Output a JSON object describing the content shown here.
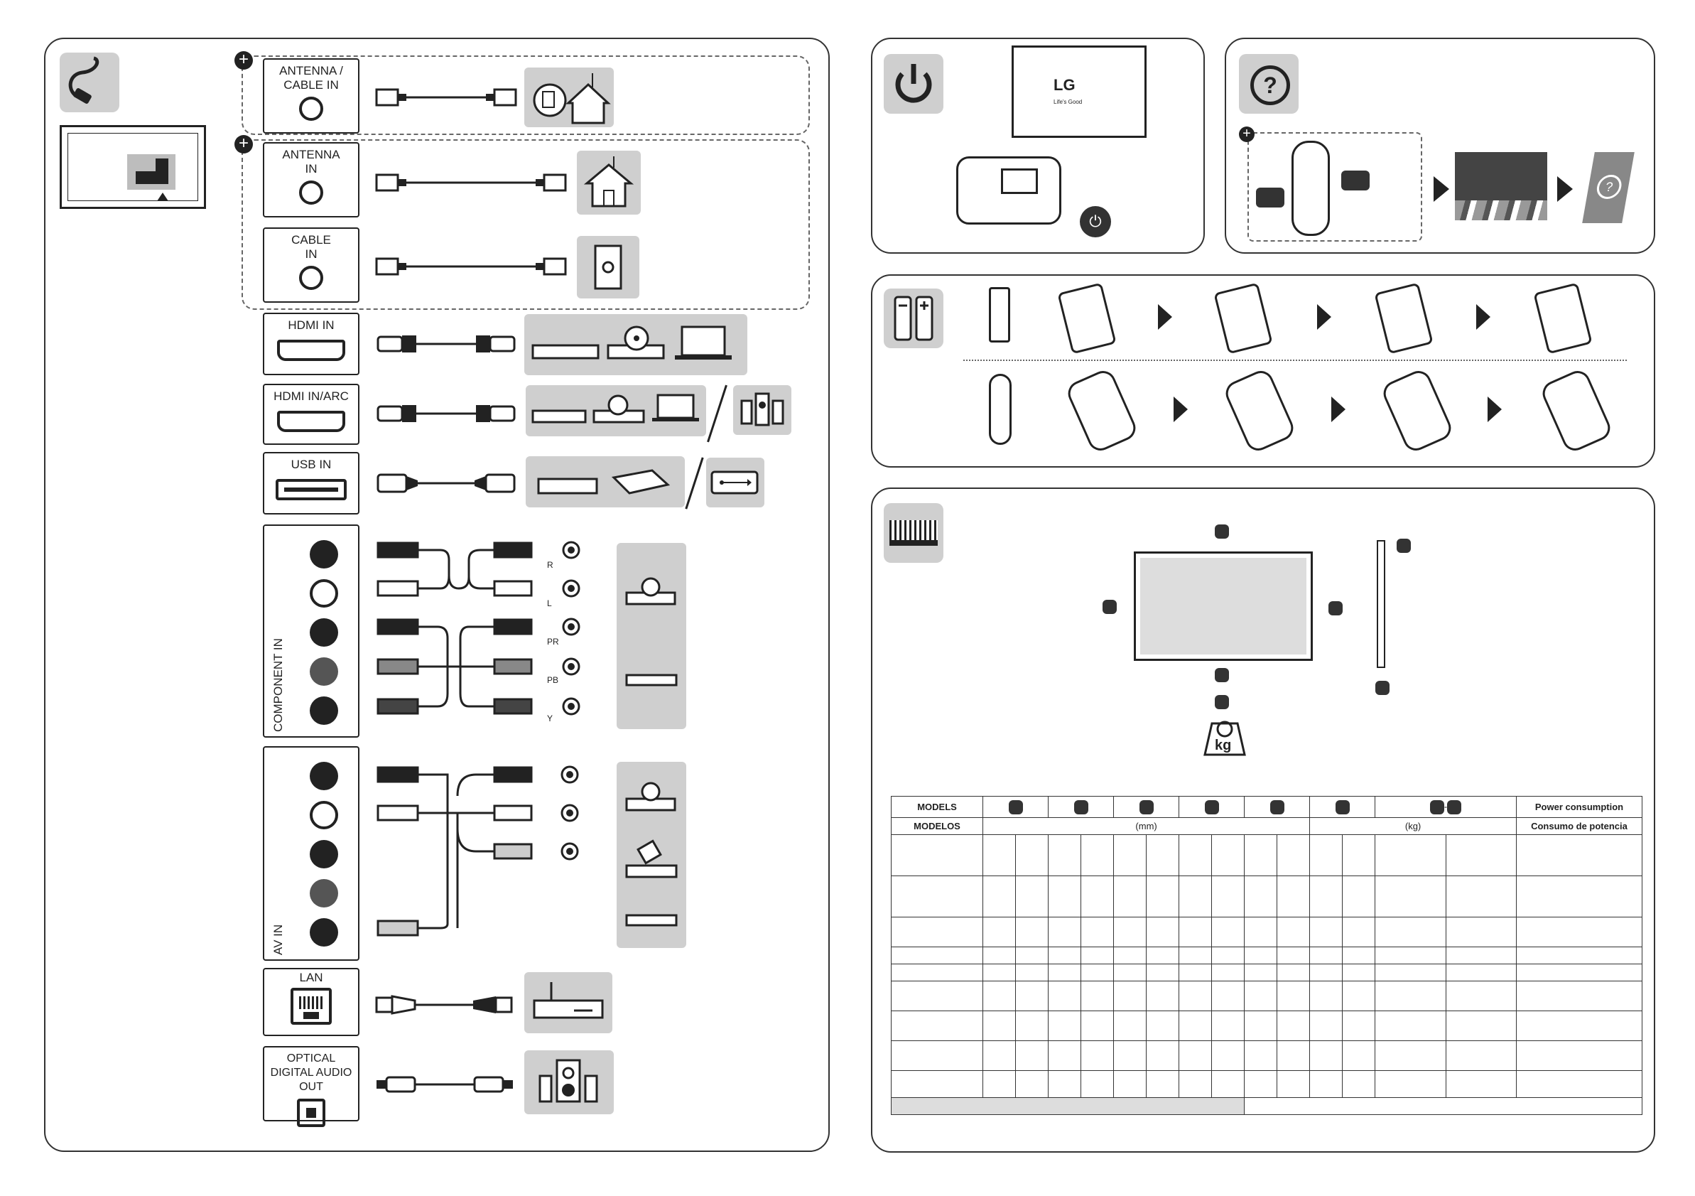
{
  "connections": {
    "antenna_cable_in": "ANTENNA / CABLE IN",
    "antenna_in": "ANTENNA IN",
    "cable_in": "CABLE IN",
    "hdmi_in": "HDMI IN",
    "hdmi_in_arc": "HDMI IN/ARC",
    "usb_in": "USB IN",
    "component_in": "COMPONENT IN",
    "av_in": "AV IN",
    "lan": "LAN",
    "optical": "OPTICAL DIGITAL AUDIO OUT",
    "component_labels": [
      "R",
      "L",
      "PR",
      "PB",
      "Y"
    ]
  },
  "power_panel": {
    "brand": "LG",
    "tagline": "Life's Good"
  },
  "help_panel": {
    "help_symbol": "?"
  },
  "dimensions": {
    "weight_unit_icon": "kg"
  },
  "spec_table": {
    "models_en": "MODELS",
    "models_es": "MODELOS",
    "unit_mm": "(mm)",
    "unit_kg": "(kg)",
    "power_en": "Power consumption",
    "power_es": "Consumo de potencia",
    "dash": "-"
  },
  "colors": {
    "panel_border": "#333333",
    "icon_bg": "#cfcfcf",
    "dark": "#222222"
  }
}
